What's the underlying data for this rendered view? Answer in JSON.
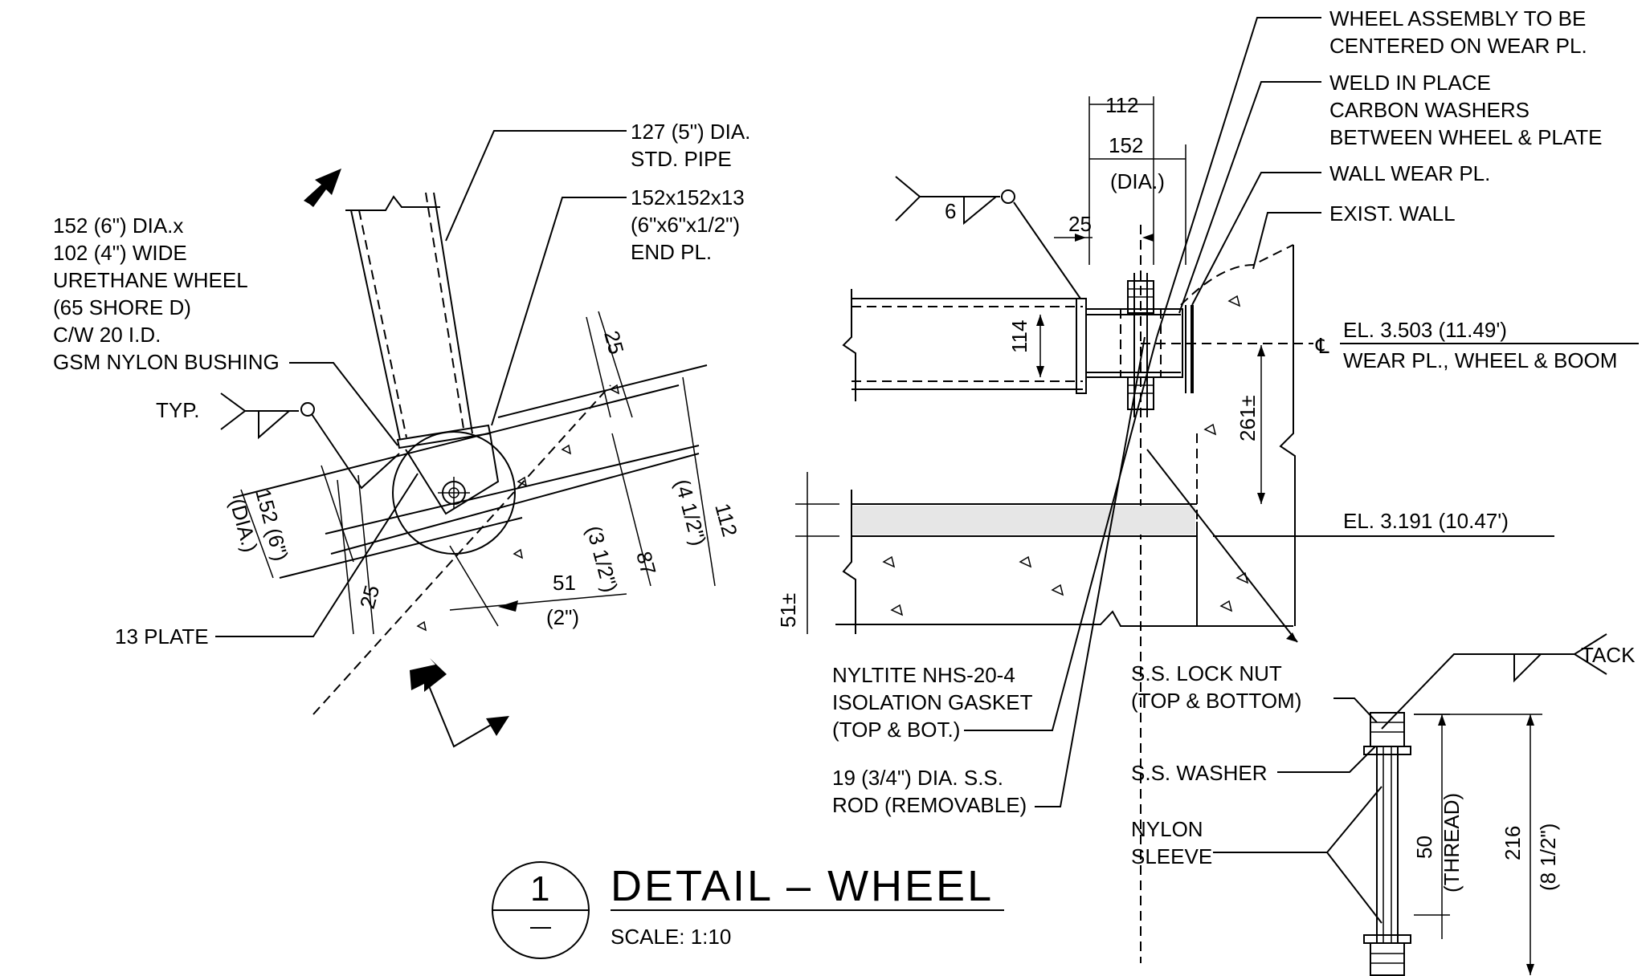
{
  "title": {
    "number": "1",
    "heading": "DETAIL  –  WHEEL",
    "scale": "SCALE: 1:10"
  },
  "left_view": {
    "wheel_label": [
      "152 (6\") DIA.x",
      "102 (4\") WIDE",
      "URETHANE WHEEL",
      "(65 SHORE D)",
      "C/W 20 I.D.",
      "GSM NYLON BUSHING"
    ],
    "weld_typ": "TYP.",
    "pipe_label": [
      "127 (5\") DIA.",
      "STD. PIPE"
    ],
    "end_plate_label": [
      "152x152x13",
      "(6\"x6\"x1/2\")",
      "END PL."
    ],
    "plate_label": "13 PLATE",
    "dims": {
      "d25_top": "25",
      "d25_bottom": "25",
      "d152": "152 (6\")",
      "d152_sub": "(DIA.)",
      "d87": "87",
      "d87_sub": "(3 1/2\")",
      "d112": "112",
      "d112_sub": "(4 1/2\")",
      "d51": "51",
      "d51_sub": "(2\")"
    }
  },
  "mid_view": {
    "weld_size": "6",
    "dims": {
      "d112": "112",
      "d152": "152",
      "d152_sub": "(DIA.)",
      "d25": "25",
      "d114": "114",
      "d261": "261±",
      "d51": "51±"
    },
    "gasket_label": [
      "NYLTITE NHS-20-4",
      "ISOLATION GASKET",
      "(TOP & BOT.)"
    ],
    "rod_label": [
      "19 (3/4\") DIA. S.S.",
      "ROD (REMOVABLE)"
    ]
  },
  "right_notes": {
    "wheel_assembly": [
      "WHEEL ASSEMBLY TO BE",
      "CENTERED ON WEAR PL."
    ],
    "weld_washers": [
      "WELD IN PLACE",
      "CARBON WASHERS",
      "BETWEEN WHEEL & PLATE"
    ],
    "wall_wear": "WALL WEAR PL.",
    "exist_wall": "EXIST. WALL",
    "el_top": "EL. 3.503 (11.49')",
    "el_top_sub": "WEAR PL., WHEEL & BOOM",
    "el_bottom": "EL. 3.191 (10.47')"
  },
  "rod_detail": {
    "tack": "TACK",
    "lock_nut": [
      "S.S. LOCK NUT",
      "(TOP & BOTTOM)"
    ],
    "washer": "S.S. WASHER",
    "sleeve": [
      "NYLON",
      "SLEEVE"
    ],
    "d50": "50",
    "d50_sub": "(THREAD)",
    "d216": "216",
    "d216_sub": "(8 1/2\")"
  }
}
